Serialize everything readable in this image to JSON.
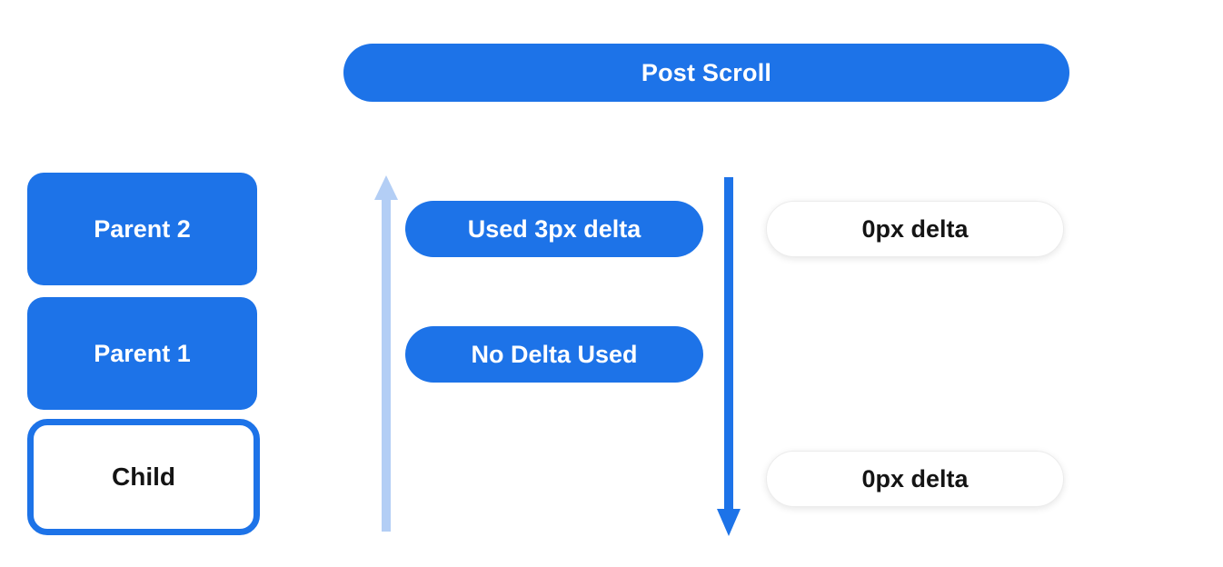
{
  "diagram": {
    "title": "Post Scroll",
    "colors": {
      "primary_blue": "#1d73e8",
      "light_blue": "#b3cef5",
      "pill_background": "#ffffff",
      "pill_border": "#ececec",
      "dark_text": "#141414",
      "light_text": "#ffffff"
    },
    "scroll_chain": {
      "parents": [
        {
          "label": "Parent 2"
        },
        {
          "label": "Parent 1"
        }
      ],
      "child": {
        "label": "Child"
      }
    },
    "arrows": [
      {
        "name": "scroll-up-arrow",
        "direction": "up",
        "color": "#b3cef5"
      },
      {
        "name": "scroll-down-arrow",
        "direction": "down",
        "color": "#1d73e8"
      }
    ],
    "delta_pills": {
      "consumed": [
        {
          "label": "Used 3px delta"
        },
        {
          "label": "No Delta Used"
        }
      ],
      "remaining": [
        {
          "label": "0px delta"
        },
        {
          "label": "0px delta"
        }
      ]
    }
  }
}
